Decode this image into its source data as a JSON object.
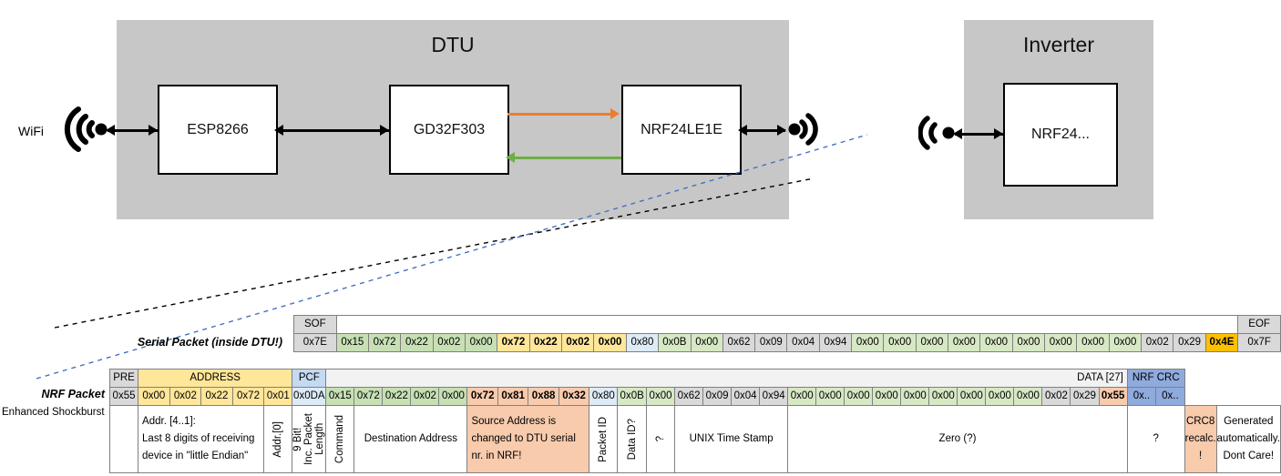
{
  "diagram": {
    "dtu": {
      "title": "DTU",
      "chips": [
        "ESP8266",
        "GD32F303",
        "NRF24LE1E"
      ],
      "wifi_label": "WiFi",
      "arrow_colors": {
        "command": "#ED7D31",
        "response": "#70AD47",
        "bus": "#000000"
      },
      "box_color": "#C7C7C7"
    },
    "inverter": {
      "title": "Inverter",
      "chips": [
        "NRF24..."
      ],
      "box_color": "#C7C7C7"
    }
  },
  "serial_packet": {
    "label": "Serial Packet (inside DTU!)",
    "sof_header": "SOF",
    "eof_header": "EOF",
    "sof_value": "0x7E",
    "eof_value": "0x7F",
    "bytes": [
      {
        "v": "0x15",
        "c": "green"
      },
      {
        "v": "0x72",
        "c": "green"
      },
      {
        "v": "0x22",
        "c": "green"
      },
      {
        "v": "0x02",
        "c": "green"
      },
      {
        "v": "0x00",
        "c": "green"
      },
      {
        "v": "0x72",
        "c": "yellow-b"
      },
      {
        "v": "0x22",
        "c": "yellow-b"
      },
      {
        "v": "0x02",
        "c": "yellow-b"
      },
      {
        "v": "0x00",
        "c": "yellow-b"
      },
      {
        "v": "0x80",
        "c": "blue"
      },
      {
        "v": "0x0B",
        "c": "green2"
      },
      {
        "v": "0x00",
        "c": "green2"
      },
      {
        "v": "0x62",
        "c": "gray"
      },
      {
        "v": "0x09",
        "c": "gray"
      },
      {
        "v": "0x04",
        "c": "gray"
      },
      {
        "v": "0x94",
        "c": "gray"
      },
      {
        "v": "0x00",
        "c": "green2"
      },
      {
        "v": "0x00",
        "c": "green2"
      },
      {
        "v": "0x00",
        "c": "green2"
      },
      {
        "v": "0x00",
        "c": "green2"
      },
      {
        "v": "0x00",
        "c": "green2"
      },
      {
        "v": "0x00",
        "c": "green2"
      },
      {
        "v": "0x00",
        "c": "green2"
      },
      {
        "v": "0x00",
        "c": "green2"
      },
      {
        "v": "0x00",
        "c": "green2"
      },
      {
        "v": "0x02",
        "c": "gray"
      },
      {
        "v": "0x29",
        "c": "gray"
      },
      {
        "v": "0x4E",
        "c": "amber"
      }
    ]
  },
  "nrf_packet": {
    "label": "NRF Packet",
    "sublabel": "Enhanced Shockburst",
    "headers": [
      {
        "t": "PRE",
        "c": "gray",
        "span": 1
      },
      {
        "t": "ADDRESS",
        "c": "yellow",
        "span": 5
      },
      {
        "t": "PCF",
        "c": "blue-hdr",
        "span": 1
      },
      {
        "t": "DATA [27]",
        "c": "lightgray",
        "span": 28
      },
      {
        "t": "NRF CRC",
        "c": "blue2",
        "span": 2
      }
    ],
    "bytes": [
      {
        "v": "0x55",
        "c": "gray"
      },
      {
        "v": "0x00",
        "c": "yellow"
      },
      {
        "v": "0x02",
        "c": "yellow"
      },
      {
        "v": "0x22",
        "c": "yellow"
      },
      {
        "v": "0x72",
        "c": "yellow"
      },
      {
        "v": "0x01",
        "c": "yellow"
      },
      {
        "v": "0x0DA",
        "c": "blue"
      },
      {
        "v": "0x15",
        "c": "green"
      },
      {
        "v": "0x72",
        "c": "green"
      },
      {
        "v": "0x22",
        "c": "green"
      },
      {
        "v": "0x02",
        "c": "green"
      },
      {
        "v": "0x00",
        "c": "green"
      },
      {
        "v": "0x72",
        "c": "salmon-b"
      },
      {
        "v": "0x81",
        "c": "salmon-b"
      },
      {
        "v": "0x88",
        "c": "salmon-b"
      },
      {
        "v": "0x32",
        "c": "salmon-b"
      },
      {
        "v": "0x80",
        "c": "blue"
      },
      {
        "v": "0x0B",
        "c": "green2"
      },
      {
        "v": "0x00",
        "c": "green2"
      },
      {
        "v": "0x62",
        "c": "gray"
      },
      {
        "v": "0x09",
        "c": "gray"
      },
      {
        "v": "0x04",
        "c": "gray"
      },
      {
        "v": "0x94",
        "c": "gray"
      },
      {
        "v": "0x00",
        "c": "green2"
      },
      {
        "v": "0x00",
        "c": "green2"
      },
      {
        "v": "0x00",
        "c": "green2"
      },
      {
        "v": "0x00",
        "c": "green2"
      },
      {
        "v": "0x00",
        "c": "green2"
      },
      {
        "v": "0x00",
        "c": "green2"
      },
      {
        "v": "0x00",
        "c": "green2"
      },
      {
        "v": "0x00",
        "c": "green2"
      },
      {
        "v": "0x00",
        "c": "green2"
      },
      {
        "v": "0x02",
        "c": "gray"
      },
      {
        "v": "0x29",
        "c": "gray"
      },
      {
        "v": "0x55",
        "c": "salmon-b"
      },
      {
        "v": "0x..",
        "c": "blue2"
      },
      {
        "v": "0x..",
        "c": "blue2"
      }
    ],
    "descriptions": [
      {
        "t": "",
        "span": 1,
        "style": "blank",
        "orient": "h"
      },
      {
        "t": "Addr. [4..1]:\nLast 8 digits of receiving\ndevice in \"little Endian\"",
        "span": 4,
        "style": "white",
        "orient": "left"
      },
      {
        "t": "Addr.[0]",
        "span": 1,
        "style": "white",
        "orient": "v"
      },
      {
        "t": "9 Bit!\nInc. Packet\nLength",
        "span": 1,
        "style": "white",
        "orient": "v"
      },
      {
        "t": "Command",
        "span": 1,
        "style": "white",
        "orient": "v"
      },
      {
        "t": "Destination Address",
        "span": 4,
        "style": "white",
        "orient": "h"
      },
      {
        "t": "Source Address is\nchanged to DTU serial\nnr. in NRF!",
        "span": 4,
        "style": "salmon",
        "orient": "left"
      },
      {
        "t": "Packet ID",
        "span": 1,
        "style": "white",
        "orient": "v"
      },
      {
        "t": "Data ID?",
        "span": 1,
        "style": "white",
        "orient": "v"
      },
      {
        "t": "?",
        "span": 1,
        "style": "white",
        "orient": "v"
      },
      {
        "t": "UNIX Time Stamp",
        "span": 4,
        "style": "white",
        "orient": "h"
      },
      {
        "t": "Zero (?)",
        "span": 12,
        "style": "white",
        "orient": "h"
      },
      {
        "t": "?",
        "span": 2,
        "style": "white",
        "orient": "h"
      },
      {
        "t": "CRC8\nrecalc.\n!",
        "span": 1,
        "style": "salmon",
        "orient": "h"
      },
      {
        "t": "Generated\nautomatically.\nDont Care!",
        "span": 2,
        "style": "white",
        "orient": "h"
      }
    ]
  }
}
